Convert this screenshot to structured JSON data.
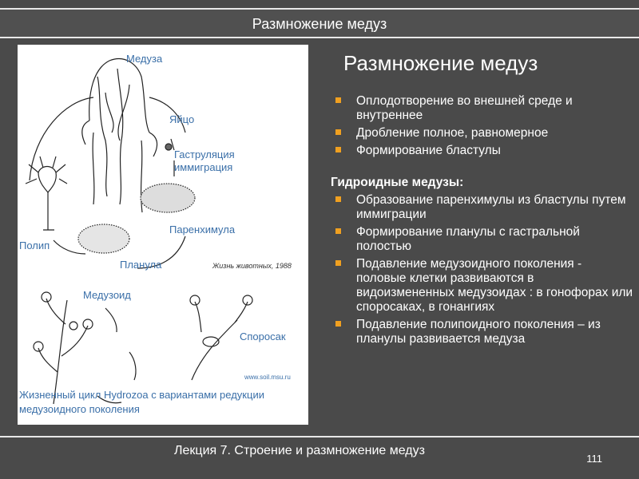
{
  "header": {
    "title": "Размножение медуз"
  },
  "figure": {
    "labels": {
      "medusa": "Медуза",
      "egg": "Яйцо",
      "gastrulation": "Гаструляция\nиммиграция",
      "parenchymula": "Паренхимула",
      "polyp": "Полип",
      "planula": "Планула",
      "source": "Жизнь животных, 1988",
      "medusoid": "Медузоид",
      "sporosac": "Споросак",
      "website": "www.soil.msu.ru",
      "caption": "Жизненный цикл Hydrozoa с вариантами редукции медузоидного поколения"
    }
  },
  "content": {
    "title": "Размножение медуз",
    "bullets_1": [
      "Оплодотворение  во внешней среде и внутреннее",
      "Дробление полное, равномерное",
      "Формирование бластулы"
    ],
    "subheading": "Гидроидные медузы:",
    "bullets_2": [
      "Образование паренхимулы из бластулы путем иммиграции",
      "Формирование планулы с гастральной полостью",
      "Подавление медузоидного поколения - половые клетки развиваются в видоизмененных медузоидах :  в гонофорах или споросаках, в гонангиях",
      "Подавление полипоидного поколения – из планулы развивается медуза"
    ]
  },
  "footer": {
    "lecture": "Лекция 7. Строение и размножение медуз",
    "page_number": "111"
  },
  "colors": {
    "background": "#4a4a4a",
    "label_blue": "#3a6fa8",
    "bullet_marker": "#f0a020"
  }
}
